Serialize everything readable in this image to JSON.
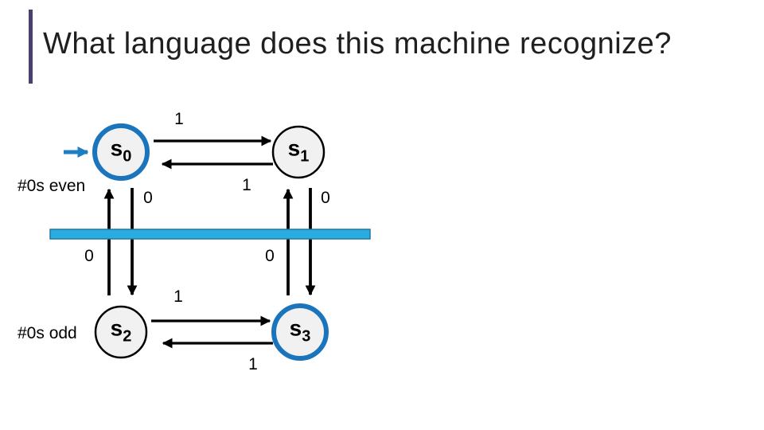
{
  "title": "What language does this machine recognize?",
  "colors": {
    "accent_bar": "#4A3F6F",
    "highlight_blue": "#1B75BC",
    "start_arrow": "#1F7DC4",
    "divider_fill": "#29ACE2",
    "divider_border": "#24789F",
    "state_fill": "#F1F1F1",
    "edge_black": "#000000"
  },
  "diagram": {
    "states": {
      "s0": {
        "main": "s",
        "sub": "0"
      },
      "s1": {
        "main": "s",
        "sub": "1"
      },
      "s2": {
        "main": "s",
        "sub": "2"
      },
      "s3": {
        "main": "s",
        "sub": "3"
      }
    },
    "annotations": {
      "s0": "#0s even",
      "s2": "#0s odd"
    },
    "edges": {
      "s0_to_s1": "1",
      "s1_to_s0": "1",
      "s0_to_s2": "0",
      "s2_to_s0": "0",
      "s1_to_s3": "0",
      "s3_to_s1": "0",
      "s2_to_s3": "1",
      "s3_to_s2": "1"
    }
  }
}
